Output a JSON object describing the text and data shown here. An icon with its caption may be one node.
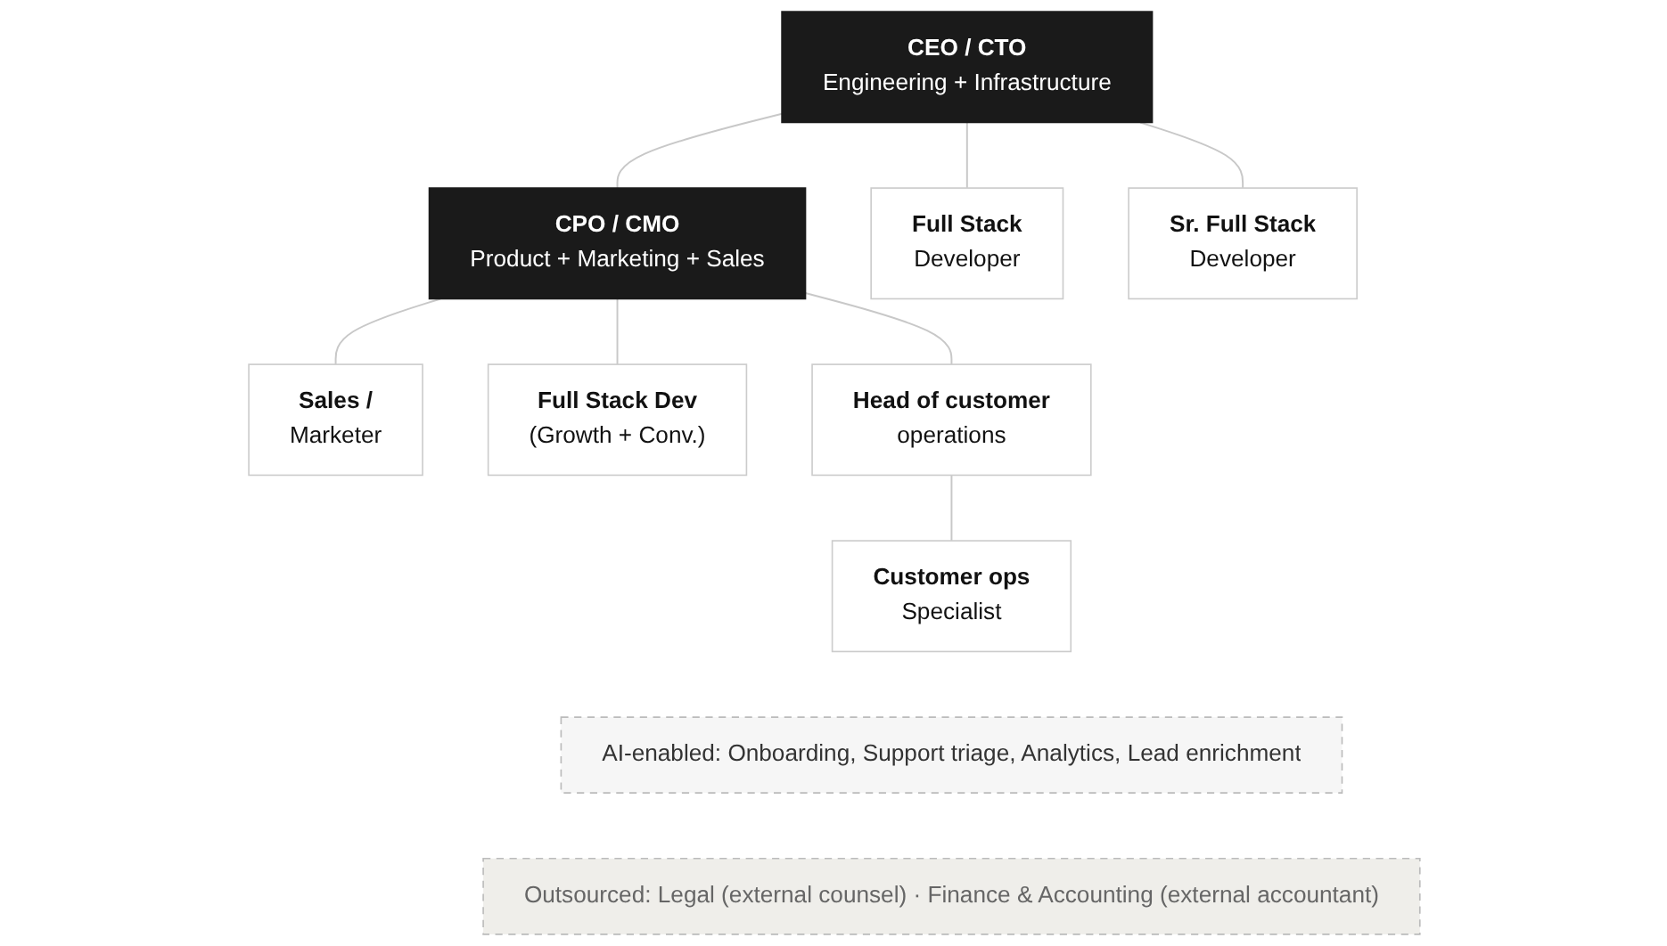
{
  "diagram": {
    "nodes": [
      {
        "text": [
          "CEO / CTO",
          "Engineering + Infrastructure"
        ]
      },
      {
        "text": [
          "CPO / CMO",
          "Product + Marketing + Sales"
        ]
      },
      {
        "text": [
          "Full Stack",
          "Developer"
        ]
      },
      {
        "text": [
          "Sr. Full Stack",
          "Developer"
        ]
      },
      {
        "text": [
          "Sales /",
          "Marketer"
        ]
      },
      {
        "text": [
          "Full Stack Dev",
          "(Growth + Conv.)"
        ]
      },
      {
        "text": [
          "Head of customer",
          "operations"
        ]
      },
      {
        "text": [
          "Customer ops",
          "Specialist"
        ]
      },
      {
        "text": [
          "AI-enabled: Onboarding, Support triage, Analytics, Lead enrichment"
        ]
      },
      {
        "text": [
          "Outsourced: Legal (external counsel) · Finance & Accounting (external accountant)"
        ]
      }
    ],
    "edges": [
      {
        "from": 0,
        "to": 1,
        "arrow": "none"
      },
      {
        "from": 0,
        "to": 2,
        "arrow": "none"
      },
      {
        "from": 0,
        "to": 3,
        "arrow": "none"
      },
      {
        "from": 1,
        "to": 4,
        "arrow": "none"
      },
      {
        "from": 1,
        "to": 5,
        "arrow": "none"
      },
      {
        "from": 1,
        "to": 6,
        "arrow": "none"
      },
      {
        "from": 6,
        "to": 7,
        "arrow": "none"
      }
    ]
  }
}
